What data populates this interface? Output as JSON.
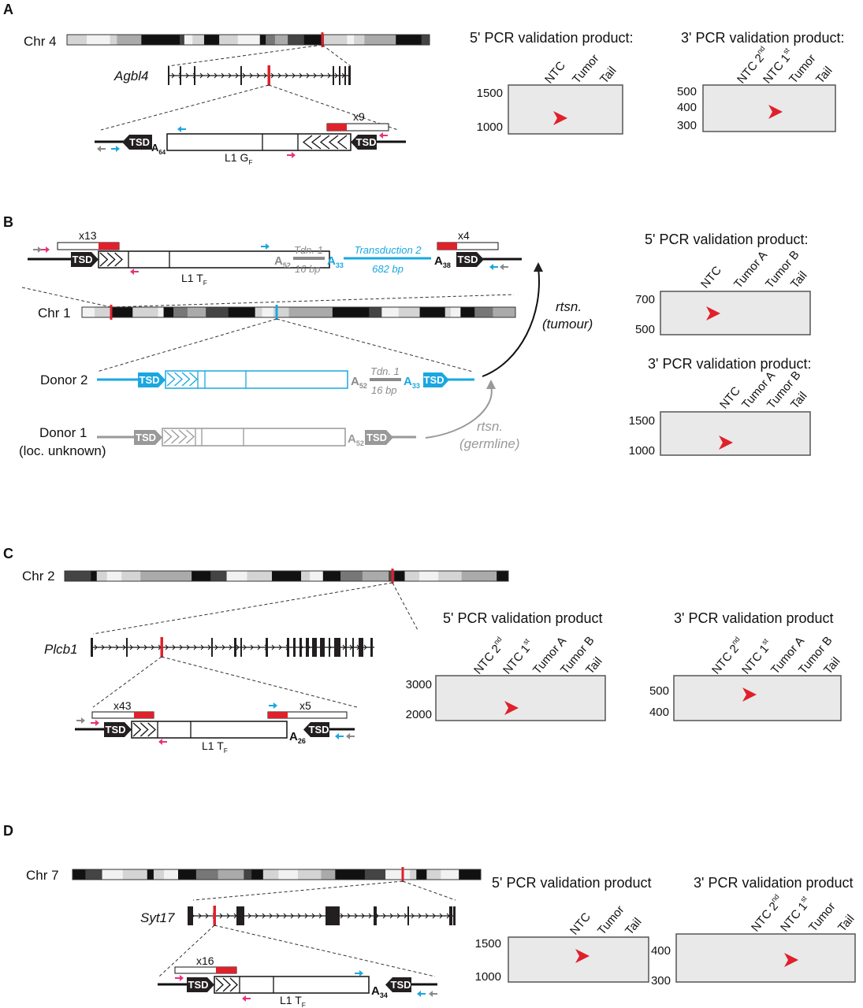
{
  "colors": {
    "red": "#e0202a",
    "blue": "#1aa7e0",
    "pink": "#e8327c",
    "grey": "#8a8a8a",
    "dark": "#231f20"
  },
  "panels": {
    "A": {
      "letter": "A",
      "chr": "Chr 4",
      "gene": "Agbl4",
      "tsd": "TSD",
      "polyA": {
        "base": "A",
        "sub": "64"
      },
      "element": {
        "base": "L1 G",
        "sub": "F"
      },
      "copies": "x9",
      "gel5": {
        "title": "5' PCR validation product:",
        "lanes": [
          {
            "base": "NTC"
          },
          {
            "base": "Tumor"
          },
          {
            "base": "Tail"
          }
        ],
        "ladder": [
          "1500",
          "1000"
        ]
      },
      "gel3": {
        "title": "3' PCR validation product:",
        "lanes": [
          {
            "base": "NTC 2",
            "sup": "nd"
          },
          {
            "base": "NTC 1",
            "sup": "st"
          },
          {
            "base": "Tumor"
          },
          {
            "base": "Tail"
          }
        ],
        "ladder": [
          "500",
          "400",
          "300"
        ]
      }
    },
    "B": {
      "letter": "B",
      "tsd": "TSD",
      "copies_left": "x13",
      "copies_right": "x4",
      "polyA1": {
        "base": "A",
        "sub": "52"
      },
      "tdn": "Tdn. 1",
      "tdn_len": "16 bp",
      "polyA2": {
        "base": "A",
        "sub": "33"
      },
      "transduction": "Transduction 2",
      "transduction_len": "682 bp",
      "polyA3": {
        "base": "A",
        "sub": "38"
      },
      "element": {
        "base": "L1 T",
        "sub": "F"
      },
      "chr": "Chr 1",
      "donor2": "Donor 2",
      "donor1": "Donor 1",
      "donor1_loc": "(loc. unknown)",
      "rtsn_tumour": [
        "rtsn.",
        "(tumour)"
      ],
      "rtsn_germline": [
        "rtsn.",
        "(germline)"
      ],
      "gel5": {
        "title": "5' PCR validation product:",
        "lanes": [
          {
            "base": "NTC"
          },
          {
            "base": "Tumor A"
          },
          {
            "base": "Tumor B"
          },
          {
            "base": "Tail"
          }
        ],
        "ladder": [
          "700",
          "500"
        ]
      },
      "gel3": {
        "title": "3' PCR validation product:",
        "lanes": [
          {
            "base": "NTC"
          },
          {
            "base": "Tumor A"
          },
          {
            "base": "Tumor B"
          },
          {
            "base": "Tail"
          }
        ],
        "ladder": [
          "1500",
          "1000"
        ]
      }
    },
    "C": {
      "letter": "C",
      "chr": "Chr 2",
      "gene": "Plcb1",
      "tsd": "TSD",
      "copies_left": "x43",
      "copies_right": "x5",
      "polyA": {
        "base": "A",
        "sub": "26"
      },
      "element": {
        "base": "L1 T",
        "sub": "F"
      },
      "gel5": {
        "title": "5' PCR validation product",
        "lanes": [
          {
            "base": "NTC 2",
            "sup": "nd"
          },
          {
            "base": "NTC 1",
            "sup": "st"
          },
          {
            "base": "Tumor A"
          },
          {
            "base": "Tumor B"
          },
          {
            "base": "Tail"
          }
        ],
        "ladder": [
          "3000",
          "2000"
        ]
      },
      "gel3": {
        "title": "3' PCR validation product",
        "lanes": [
          {
            "base": "NTC 2",
            "sup": "nd"
          },
          {
            "base": "NTC 1",
            "sup": "st"
          },
          {
            "base": "Tumor A"
          },
          {
            "base": "Tumor B"
          },
          {
            "base": "Tail"
          }
        ],
        "ladder": [
          "500",
          "400"
        ]
      }
    },
    "D": {
      "letter": "D",
      "chr": "Chr 7",
      "gene": "Syt17",
      "tsd": "TSD",
      "copies": "x16",
      "polyA": {
        "base": "A",
        "sub": "34"
      },
      "element": {
        "base": "L1 T",
        "sub": "F"
      },
      "gel5": {
        "title": "5' PCR validation product",
        "lanes": [
          {
            "base": "NTC"
          },
          {
            "base": "Tumor"
          },
          {
            "base": "Tail"
          }
        ],
        "ladder": [
          "1500",
          "1000"
        ]
      },
      "gel3": {
        "title": "3' PCR validation product",
        "lanes": [
          {
            "base": "NTC 2",
            "sup": "nd"
          },
          {
            "base": "NTC 1",
            "sup": "st"
          },
          {
            "base": "Tumor"
          },
          {
            "base": "Tail"
          }
        ],
        "ladder": [
          "400",
          "300"
        ]
      }
    }
  }
}
